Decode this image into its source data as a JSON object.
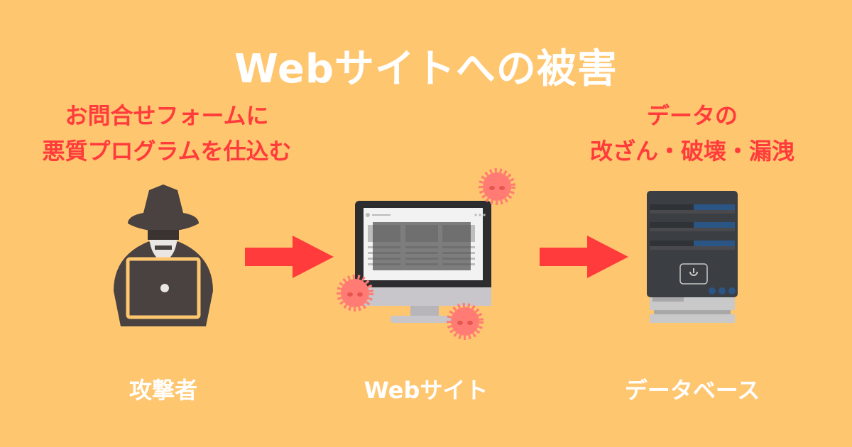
{
  "title": "Webサイトへの被害",
  "attack_note": {
    "line1": "お問合せフォームに",
    "line2": "悪質プログラムを仕込む"
  },
  "damage_note": {
    "line1": "データの",
    "line2": "改ざん・破壊・漏洩"
  },
  "labels": {
    "attacker": "攻撃者",
    "website": "Webサイト",
    "database": "データベース"
  },
  "colors": {
    "background": "#ffc670",
    "accent_red": "#ff3b3b",
    "virus": "#ff7b74",
    "dark": "#4a4240"
  }
}
